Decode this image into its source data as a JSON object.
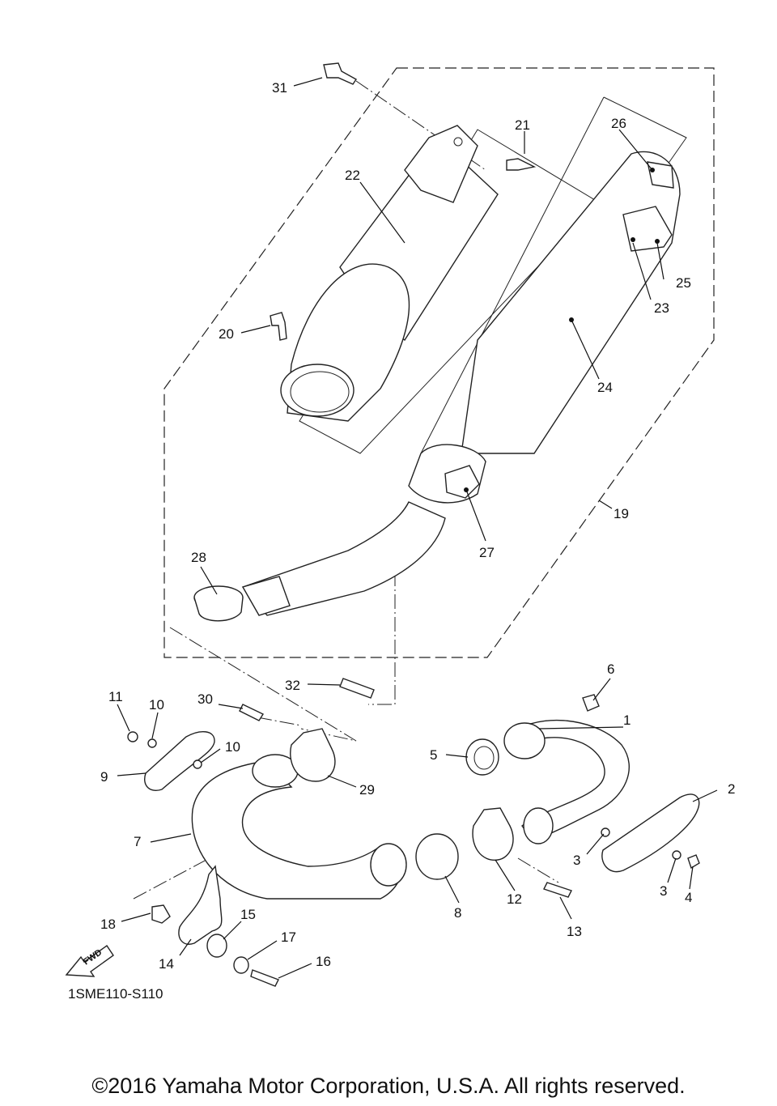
{
  "diagram": {
    "catalog_code": "1SME110-S110",
    "copyright": "©2016 Yamaha Motor Corporation, U.S.A. All rights reserved.",
    "fwd_label": "FWD",
    "callouts": {
      "p1": "1",
      "p2": "2",
      "p3a": "3",
      "p3b": "3",
      "p4": "4",
      "p5": "5",
      "p6": "6",
      "p7": "7",
      "p8": "8",
      "p9": "9",
      "p10a": "10",
      "p10b": "10",
      "p11": "11",
      "p12": "12",
      "p13": "13",
      "p14": "14",
      "p15": "15",
      "p16": "16",
      "p17": "17",
      "p18": "18",
      "p19": "19",
      "p20": "20",
      "p21": "21",
      "p22": "22",
      "p23": "23",
      "p24": "24",
      "p25": "25",
      "p26": "26",
      "p27": "27",
      "p28": "28",
      "p29": "29",
      "p30": "30",
      "p31": "31",
      "p32": "32"
    }
  }
}
